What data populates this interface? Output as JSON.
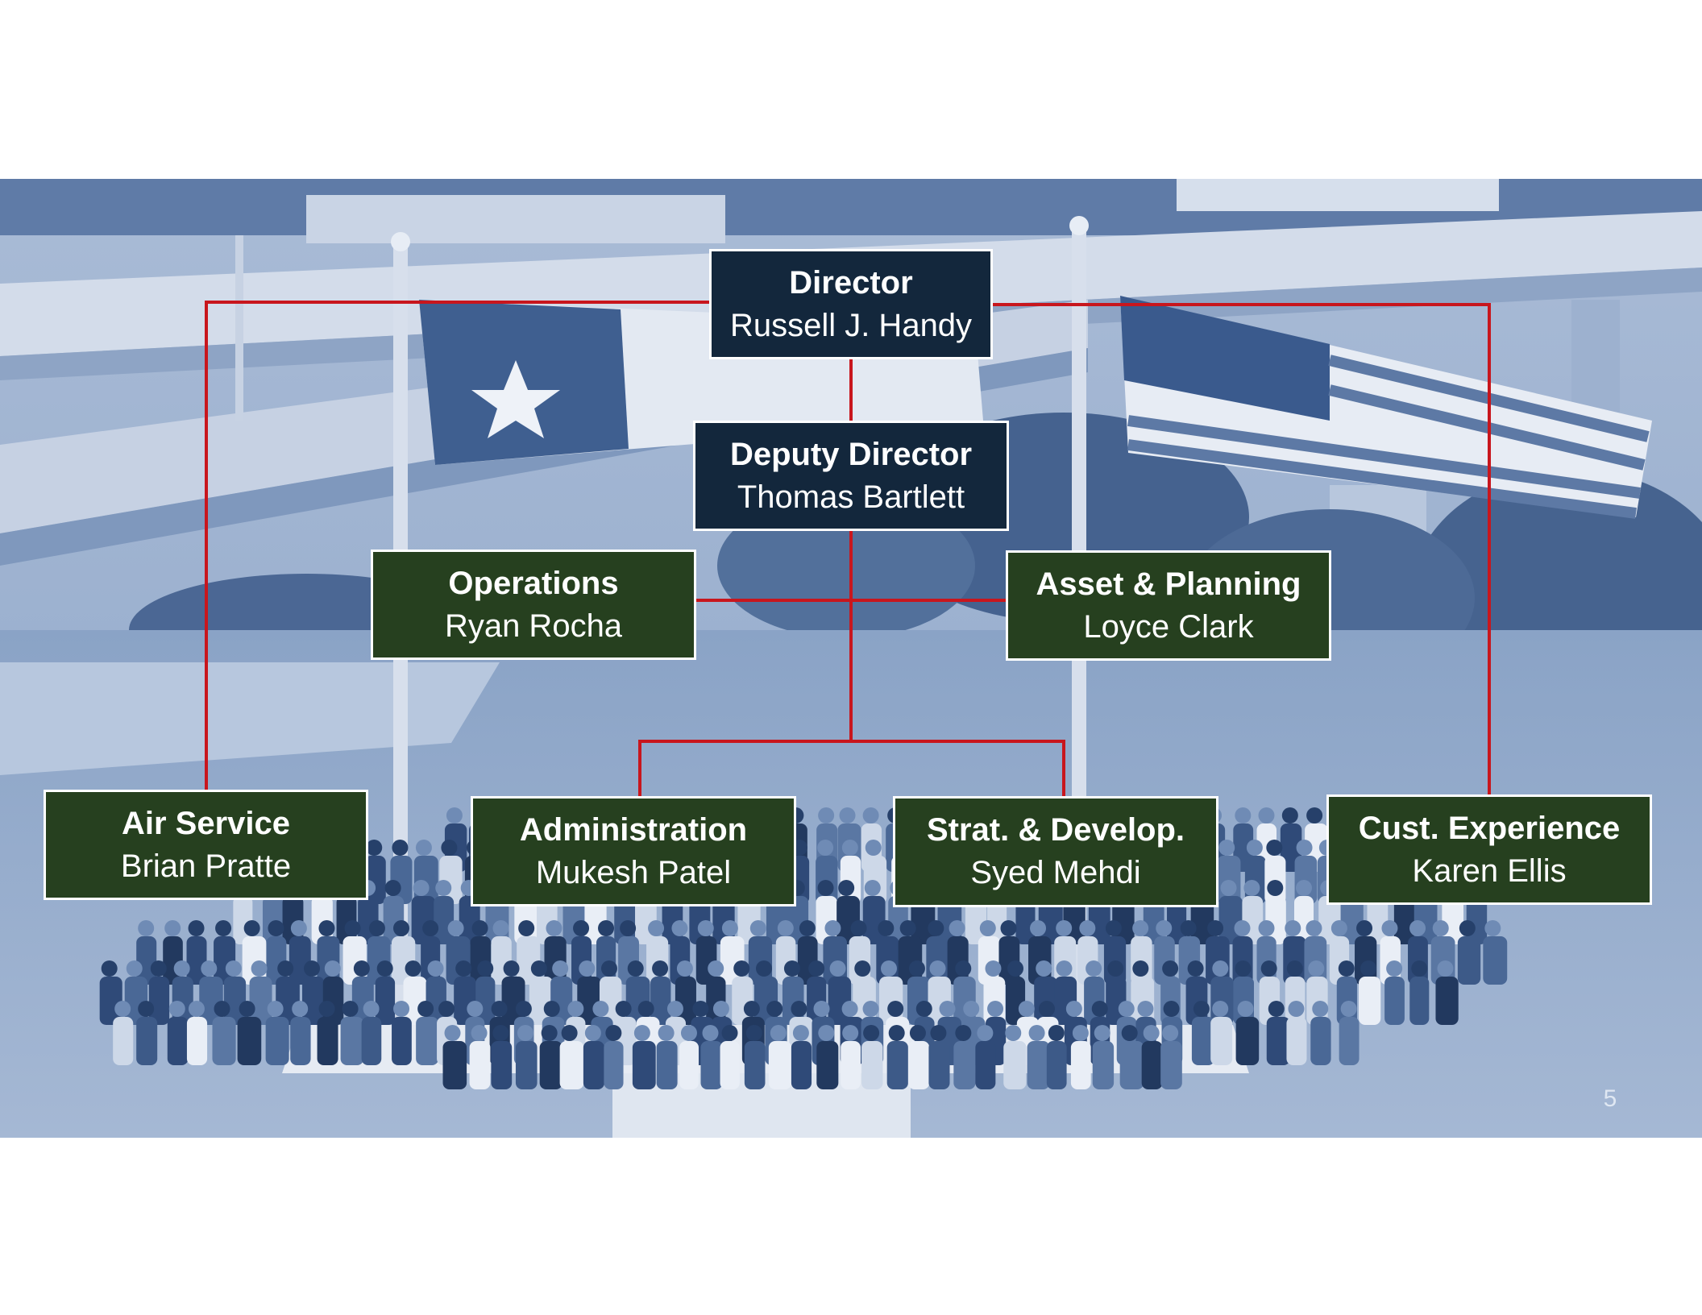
{
  "org_chart": {
    "director": {
      "role": "Director",
      "name": "Russell J. Handy"
    },
    "deputy_director": {
      "role": "Deputy Director",
      "name": "Thomas Bartlett"
    },
    "operations": {
      "role": "Operations",
      "name": "Ryan Rocha"
    },
    "asset_planning": {
      "role": "Asset & Planning",
      "name": "Loyce Clark"
    },
    "air_service": {
      "role": "Air Service",
      "name": "Brian Pratte"
    },
    "administration": {
      "role": "Administration",
      "name": "Mukesh Patel"
    },
    "strategy_development": {
      "role": "Strat. & Develop.",
      "name": "Syed Mehdi"
    },
    "customer_experience": {
      "role": "Cust. Experience",
      "name": "Karen Ellis"
    }
  },
  "page_number": "5",
  "colors": {
    "connector": "#c8161d",
    "director_box": "#13273c",
    "division_box": "#26401f",
    "photo_tint": "#6d8ab4"
  }
}
